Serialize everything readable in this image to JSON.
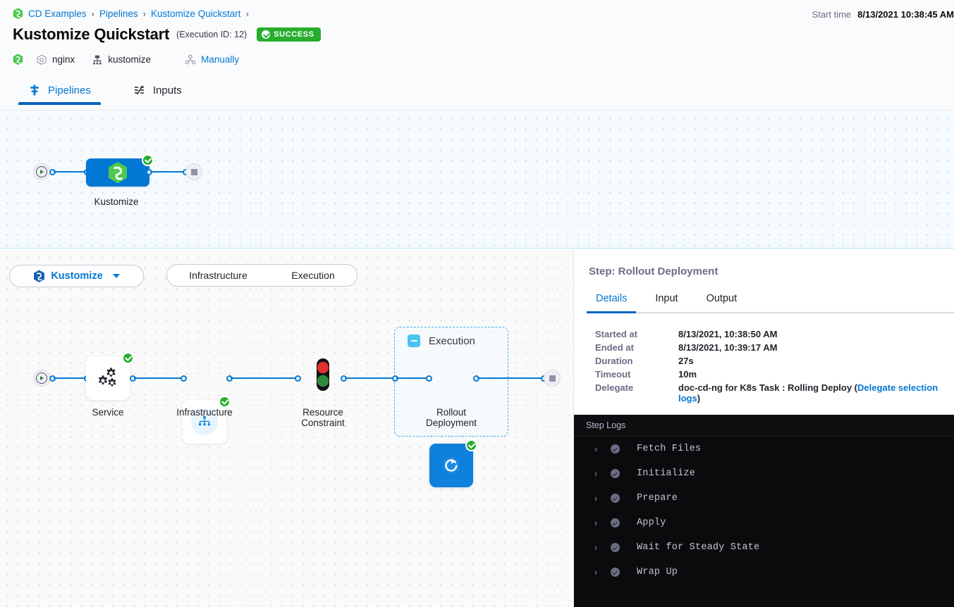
{
  "header": {
    "breadcrumb": [
      {
        "label": "CD Examples",
        "icon": "harness-logo-icon"
      },
      {
        "label": "Pipelines"
      },
      {
        "label": "Kustomize Quickstart"
      }
    ],
    "title": "Kustomize Quickstart",
    "execution_id": "(Execution ID: 12)",
    "status_badge": "SUCCESS",
    "status_color": "#27ae2d",
    "meta": [
      {
        "label": "nginx",
        "icon": "service-hex-icon",
        "link": false
      },
      {
        "label": "kustomize",
        "icon": "deployment-icon",
        "link": false
      },
      {
        "label": "Manually",
        "icon": "trigger-icon",
        "link": true
      }
    ],
    "start_time_label": "Start time",
    "start_time_value": "8/13/2021 10:38:45 AM"
  },
  "tabs": [
    {
      "label": "Pipelines",
      "icon": "pipeline-icon",
      "active": true
    },
    {
      "label": "Inputs",
      "icon": "inputs-icon",
      "active": false
    }
  ],
  "top_graph": {
    "stage_label": "Kustomize",
    "stage_icon": "harness-logo-icon",
    "stage_status": "success",
    "start_icon": "play-icon",
    "end_icon": "stop-icon"
  },
  "toolbar": {
    "stage_selector": "Kustomize",
    "stage_selector_icon": "kustomize-icon",
    "section_tabs": [
      "Infrastructure",
      "Execution"
    ]
  },
  "execution_graph": {
    "nodes": [
      {
        "label": "Service",
        "icon": "service-gears-icon",
        "status": "success"
      },
      {
        "label": "Infrastructure",
        "icon": "infrastructure-icon",
        "status": "success"
      },
      {
        "label": "Resource\nConstraint",
        "icon": "traffic-light-icon",
        "status": "none"
      },
      {
        "label": "Rollout\nDeployment",
        "icon": "rollout-icon",
        "status": "success"
      }
    ],
    "group_title": "Execution",
    "node_labels": {
      "service": "Service",
      "infrastructure": "Infrastructure",
      "resource_constraint_l1": "Resource",
      "resource_constraint_l2": "Constraint",
      "rollout_l1": "Rollout",
      "rollout_l2": "Deployment"
    }
  },
  "right_panel": {
    "step_title": "Step: Rollout Deployment",
    "tabs": [
      {
        "label": "Details",
        "active": true
      },
      {
        "label": "Input",
        "active": false
      },
      {
        "label": "Output",
        "active": false
      }
    ],
    "details": [
      {
        "key": "Started at",
        "value": "8/13/2021, 10:38:50 AM"
      },
      {
        "key": "Ended at",
        "value": "8/13/2021, 10:39:17 AM"
      },
      {
        "key": "Duration",
        "value": "27s"
      },
      {
        "key": "Timeout",
        "value": "10m"
      }
    ],
    "delegate_key": "Delegate",
    "delegate_prefix": "doc-cd-ng for K8s Task : Rolling Deploy (",
    "delegate_link": "Delegate selection logs",
    "delegate_suffix": ")",
    "logs_header": "Step Logs",
    "logs": [
      {
        "name": "Fetch Files",
        "status": "success"
      },
      {
        "name": "Initialize",
        "status": "success"
      },
      {
        "name": "Prepare",
        "status": "success"
      },
      {
        "name": "Apply",
        "status": "success"
      },
      {
        "name": "Wait for Steady State",
        "status": "success"
      },
      {
        "name": "Wrap Up",
        "status": "success"
      }
    ]
  }
}
